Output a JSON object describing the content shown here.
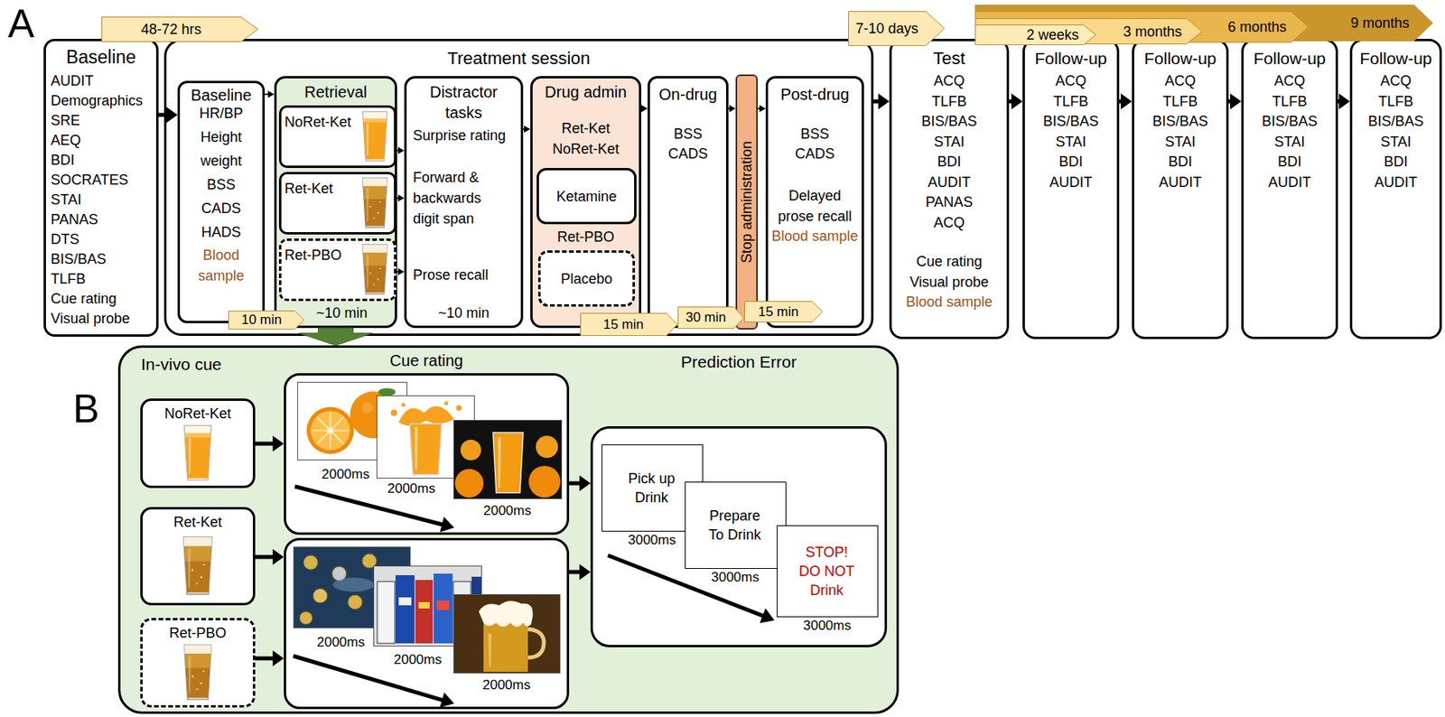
{
  "diagram": {
    "nodes": [
      {
        "text": [
          "Baseline",
          "AUDIT",
          "Demographics",
          "SRE",
          "AEQ",
          "BDI",
          "SOCRATES",
          "STAI",
          "PANAS",
          "DTS",
          "BIS/BAS",
          "TLFB",
          "Cue rating",
          "Visual probe"
        ]
      },
      {
        "text": [
          "Treatment session"
        ]
      },
      {
        "text": [
          "Baseline",
          "HR/BP",
          "Height",
          "weight",
          "BSS",
          "CADS",
          "HADS",
          "Blood sample"
        ],
        "in": 1
      },
      {
        "text": [
          "Retrieval",
          "~10 min"
        ],
        "in": 1
      },
      {
        "text": [
          "NoRet-Ket"
        ],
        "in": 3
      },
      {
        "text": [
          "Ret-Ket"
        ],
        "in": 3
      },
      {
        "text": [
          "Ret-PBO"
        ],
        "in": 3
      },
      {
        "text": [
          "Distractor tasks",
          "Surprise rating",
          "Forward & backwards digit span",
          "Prose recall",
          "~10 min"
        ],
        "in": 1
      },
      {
        "text": [
          "Drug admin",
          "Ret-Ket NoRet-Ket",
          "Ret-PBO"
        ],
        "in": 1
      },
      {
        "text": [
          "Ketamine"
        ],
        "in": 8
      },
      {
        "text": [
          "Placebo"
        ],
        "in": 8
      },
      {
        "text": [
          "On-drug",
          "BSS",
          "CADS"
        ],
        "in": 1
      },
      {
        "text": [
          "Stop administration"
        ],
        "in": 1
      },
      {
        "text": [
          "Post-drug",
          "BSS",
          "CADS",
          "Delayed prose recall",
          "Blood sample"
        ],
        "in": 1
      },
      {
        "text": [
          "Test",
          "ACQ",
          "TLFB",
          "BIS/BAS",
          "STAI",
          "BDI",
          "AUDIT",
          "PANAS",
          "ACQ",
          "Cue rating",
          "Visual probe",
          "Blood sample"
        ]
      },
      {
        "text": [
          "Follow-up",
          "ACQ",
          "TLFB",
          "BIS/BAS",
          "STAI",
          "BDI",
          "AUDIT"
        ]
      },
      {
        "text": [
          "Follow-up",
          "ACQ",
          "TLFB",
          "BIS/BAS",
          "STAI",
          "BDI",
          "AUDIT"
        ]
      },
      {
        "text": [
          "Follow-up",
          "ACQ",
          "TLFB",
          "BIS/BAS",
          "STAI",
          "BDI",
          "AUDIT"
        ]
      },
      {
        "text": [
          "Follow-up",
          "ACQ",
          "TLFB",
          "BIS/BAS",
          "STAI",
          "BDI",
          "AUDIT"
        ]
      },
      {
        "text": [
          "48-72 hrs"
        ]
      },
      {
        "text": [
          "7-10 days"
        ]
      },
      {
        "text": [
          "2 weeks"
        ]
      },
      {
        "text": [
          "3 months"
        ]
      },
      {
        "text": [
          "6 months"
        ]
      },
      {
        "text": [
          "9 months"
        ]
      },
      {
        "text": [
          "10 min"
        ]
      },
      {
        "text": [
          "15 min"
        ]
      },
      {
        "text": [
          "30 min"
        ]
      },
      {
        "text": [
          "15 min"
        ]
      },
      {
        "text": [
          "In-vivo cue"
        ]
      },
      {
        "text": [
          "NoRet-Ket"
        ],
        "in": 29
      },
      {
        "text": [
          "Ret-Ket"
        ],
        "in": 29
      },
      {
        "text": [
          "Ret-PBO"
        ],
        "in": 29
      },
      {
        "text": [
          "Cue rating",
          "2000ms",
          "2000ms",
          "2000ms"
        ],
        "in": 29
      },
      {
        "text": [
          "2000ms",
          "2000ms",
          "2000ms"
        ],
        "in": 29
      },
      {
        "text": [
          "Prediction Error"
        ],
        "in": 29
      },
      {
        "text": [
          "Pick up Drink",
          "3000ms"
        ],
        "in": 35
      },
      {
        "text": [
          "Prepare To Drink",
          "3000ms"
        ],
        "in": 35
      },
      {
        "text": [
          "STOP! DO NOT Drink",
          "3000ms"
        ],
        "in": 35
      }
    ],
    "edges": [
      {
        "from": 0,
        "to": 2,
        "arrow": "to"
      },
      {
        "from": 2,
        "to": 3,
        "arrow": "to"
      },
      {
        "from": 4,
        "to": 7,
        "arrow": "to"
      },
      {
        "from": 5,
        "to": 7,
        "arrow": "to"
      },
      {
        "from": 6,
        "to": 7,
        "arrow": "to"
      },
      {
        "from": 7,
        "to": 8,
        "arrow": "to"
      },
      {
        "from": 8,
        "to": 11,
        "arrow": "to"
      },
      {
        "from": 11,
        "to": 12,
        "arrow": "to"
      },
      {
        "from": 12,
        "to": 13,
        "arrow": "to"
      },
      {
        "from": 1,
        "to": 14,
        "arrow": "to"
      },
      {
        "from": 14,
        "to": 15,
        "arrow": "to"
      },
      {
        "from": 15,
        "to": 16,
        "arrow": "to"
      },
      {
        "from": 16,
        "to": 17,
        "arrow": "to"
      },
      {
        "from": 17,
        "to": 18,
        "arrow": "to"
      },
      {
        "from": 3,
        "to": 29,
        "arrow": "to"
      },
      {
        "from": 30,
        "to": 33,
        "arrow": "to"
      },
      {
        "from": 31,
        "to": 34,
        "arrow": "to"
      },
      {
        "from": 32,
        "to": 34,
        "arrow": "to"
      },
      {
        "from": 33,
        "to": 35,
        "arrow": "to"
      },
      {
        "from": 34,
        "to": 35,
        "arrow": "to"
      }
    ],
    "labels": [
      "A",
      "B"
    ]
  }
}
